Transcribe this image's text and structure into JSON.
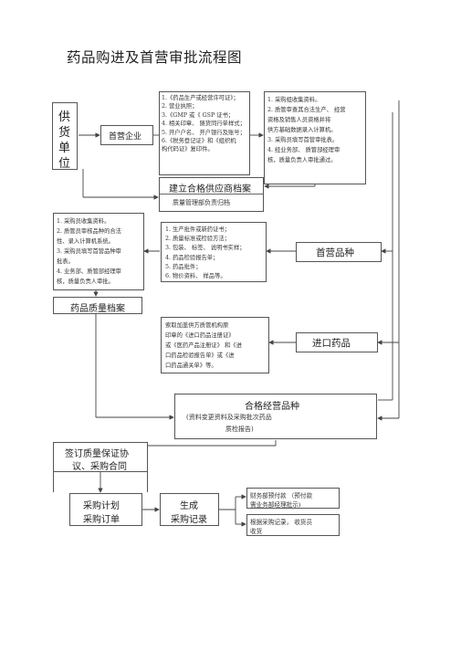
{
  "title": "药品购进及首营审批流程图",
  "supplier": {
    "chars": [
      "供",
      "货",
      "单",
      "位"
    ]
  },
  "first_enterprise": "首营企业",
  "cert_list": [
    "1.《药品生产或经营许可证》；",
    "2. 营业执照；",
    "3.《GMP 或《 GSP 证书；",
    "4. 相关印章、 随货同行单样式；",
    "5. 开户户名、 开户银行及账号；",
    "6.《税务登记证》和《组织机",
    "    构代码证》复印件。"
  ],
  "collect_list": [
    "1. 采购组收集资料。",
    "2. 质管审查其合法生产、 经营",
    "    资格及销售人员资格并将",
    "    供方基础数据录入计算机。",
    "3. 采购员填写首营审批表。",
    "4. 经业务部、 质管部经理审",
    "    核，质量负责人审批通过。"
  ],
  "qualified_supplier": {
    "title": "建立合格供应商档案",
    "sub": "质量管理部负责归档"
  },
  "left_list": [
    "1. 采购员收集资料。",
    "2. 质管员审核品种的合法",
    "    性、录入计算机系统。",
    "3. 采购员填写首营品种审",
    "    批表。",
    "4. 业务部、质管部经理审",
    "    核，质量负责人审批。"
  ],
  "product_materials": [
    "1. 生产批件或新药证书；",
    "2. 质量标准或检验方法；",
    "3. 包装、 标签、 说明书实样；",
    "4. 药品检验报告单；",
    "5. 药品批件；",
    "6. 物价资料、 样品等。"
  ],
  "first_product": "首营品种",
  "quality_file": "药品质量档案",
  "import_list": [
    "索取加盖供方质管机构原",
    "印章的《进口药品注册证》",
    "或《医药产品注册证》 和《进",
    "口药品检验报告单》或《进",
    "口药品通关单》等。"
  ],
  "import_drug": "进口药品",
  "qualified_variety": {
    "title": "合格经营品种",
    "sub1": "(资料变更资料及采购批次药品",
    "sub2": "质检报告)"
  },
  "sign_contract": {
    "line1": "签订质量保证协",
    "line2": "议、采购合同"
  },
  "purchase_plan": {
    "line1": "采购计划",
    "line2": "采购订单"
  },
  "generate_record": {
    "line1": "生成",
    "line2": "采购记录"
  },
  "finance": {
    "line1": "财务部预付款 （预付款",
    "line2": "需业务部经理批示)"
  },
  "receipt": {
    "line1": "根据采购记录， 收货员",
    "line2": "收货"
  }
}
